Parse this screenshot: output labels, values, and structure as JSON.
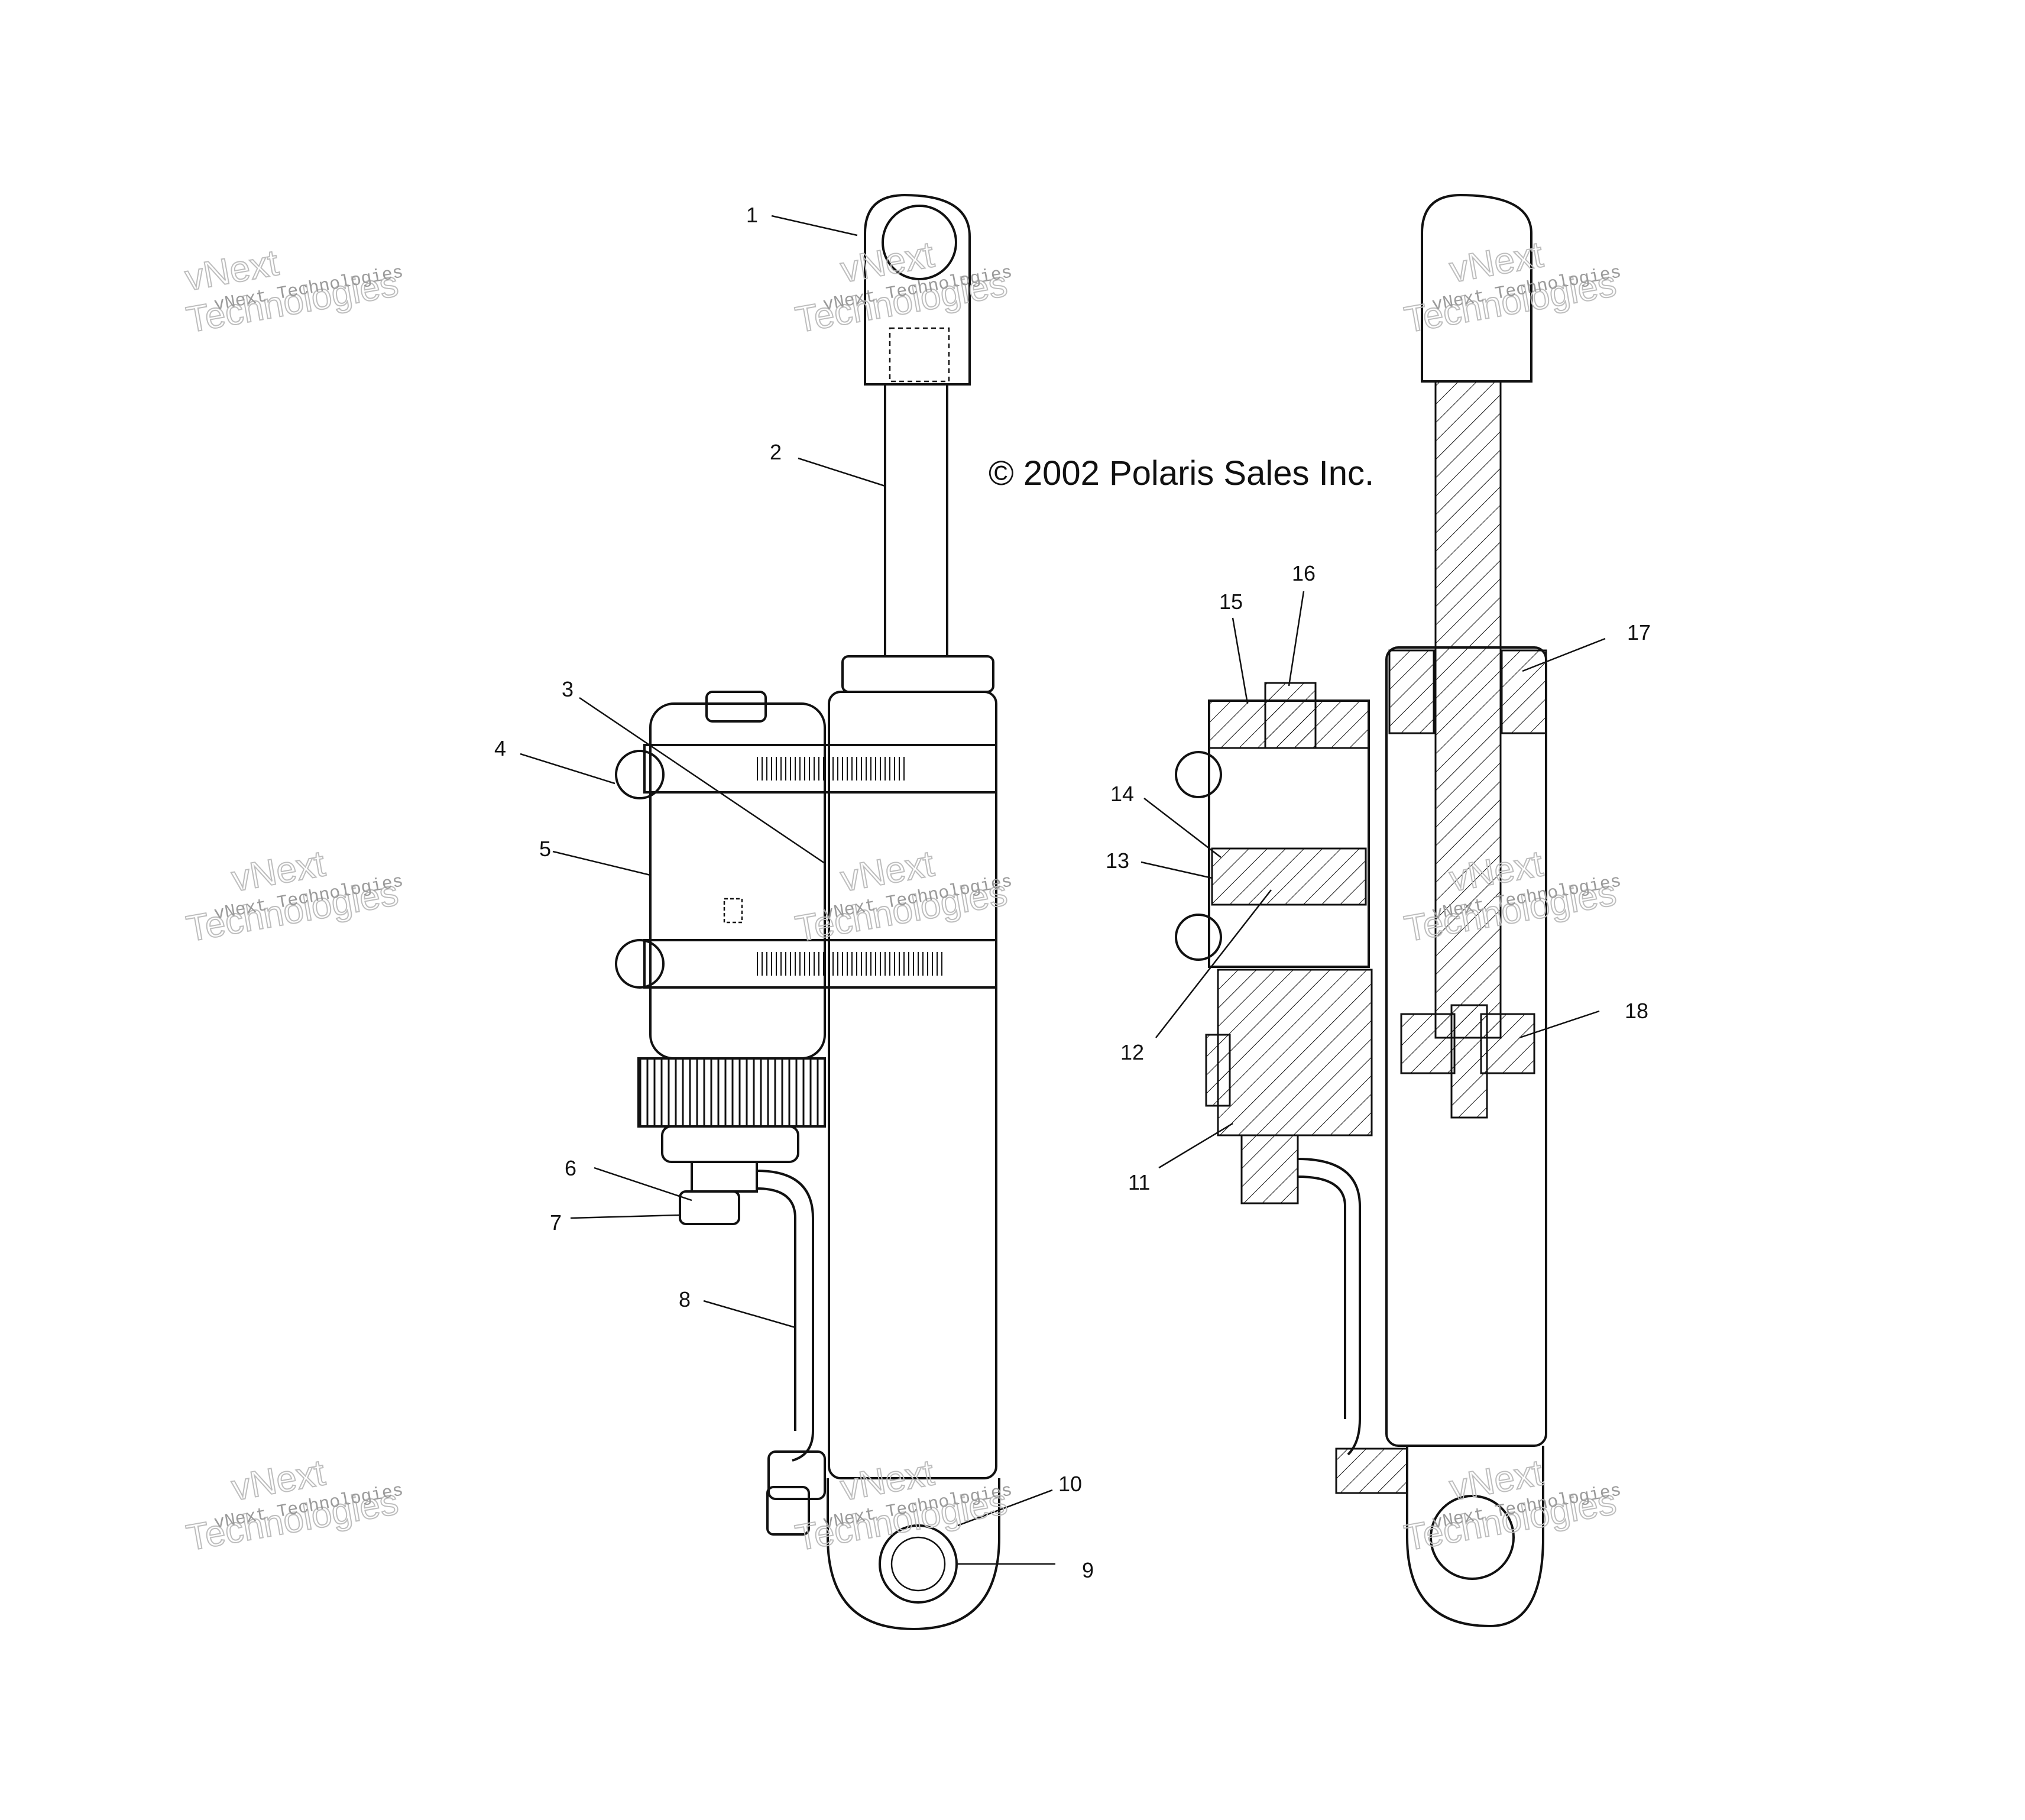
{
  "copyright": "© 2002 Polaris Sales Inc.",
  "watermark": {
    "line1": "vNext Technologies",
    "line2": "vNext",
    "line3": "Technologies"
  },
  "callouts": [
    "1",
    "2",
    "3",
    "4",
    "5",
    "6",
    "7",
    "8",
    "9",
    "10",
    "11",
    "12",
    "13",
    "14",
    "15",
    "16",
    "17",
    "18"
  ]
}
